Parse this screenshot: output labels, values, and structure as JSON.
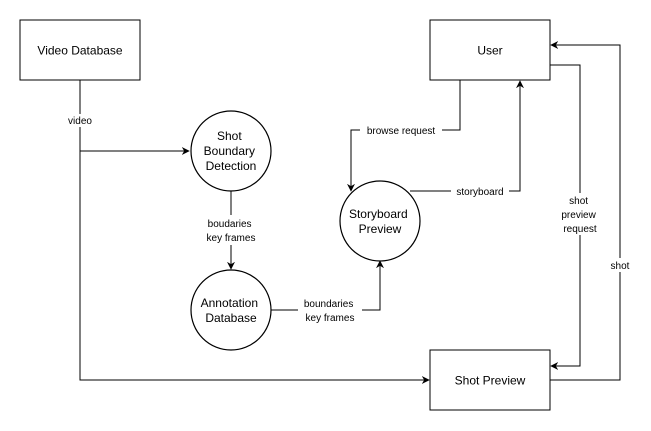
{
  "nodes": {
    "video_database": {
      "label": "Video Database"
    },
    "user": {
      "label": "User"
    },
    "shot_boundary_detection": {
      "lines": [
        "Shot",
        "Boundary",
        "Detection"
      ]
    },
    "storyboard_preview": {
      "lines": [
        "Storyboard",
        "Preview"
      ]
    },
    "annotation_database": {
      "lines": [
        "Annotation",
        "Database"
      ]
    },
    "shot_preview": {
      "label": "Shot Preview"
    }
  },
  "edges": {
    "video": "video",
    "browse_request": "browse request",
    "storyboard": "storyboard",
    "sbd_to_annotation": [
      "boudaries",
      "key frames"
    ],
    "annotation_to_storyboard": [
      "boundaries",
      "key frames"
    ],
    "shot_preview_request": [
      "shot",
      "preview",
      "request"
    ],
    "shot": "shot"
  }
}
